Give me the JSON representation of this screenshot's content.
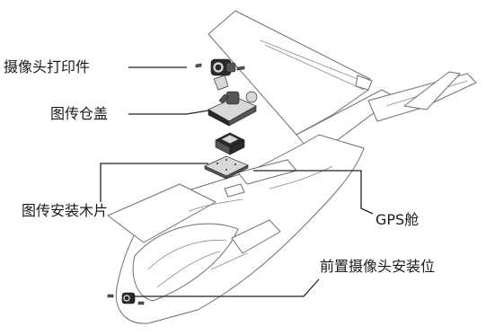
{
  "labels": {
    "camera_print": "摄像头打印件",
    "vtx_cover": "图传仓盖",
    "vtx_board": "图传安装木片",
    "gps_bay": "GPS舱",
    "front_camera": "前置摄像头安装位"
  }
}
